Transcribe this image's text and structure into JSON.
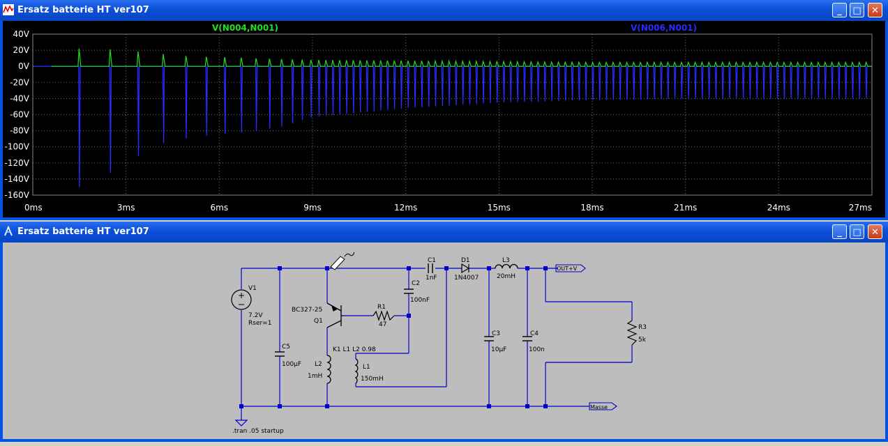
{
  "plot_window": {
    "title": "Ersatz batterie HT ver107",
    "buttons": {
      "minimize": "_",
      "maximize": "□",
      "close": "✕"
    },
    "traces": [
      {
        "name": "V(N004,N001)",
        "color": "#22e022"
      },
      {
        "name": "V(N006,N001)",
        "color": "#2b2bff"
      }
    ],
    "y_ticks": [
      "40V",
      "20V",
      "0V",
      "-20V",
      "-40V",
      "-60V",
      "-80V",
      "-100V",
      "-120V",
      "-140V",
      "-160V"
    ],
    "x_ticks": [
      "0ms",
      "3ms",
      "6ms",
      "9ms",
      "12ms",
      "15ms",
      "18ms",
      "21ms",
      "24ms",
      "27ms"
    ]
  },
  "chart_data": {
    "type": "line",
    "title": "",
    "xlabel": "",
    "ylabel": "",
    "xlim": [
      0,
      27
    ],
    "ylim": [
      -160,
      40
    ],
    "x_unit": "ms",
    "y_unit": "V",
    "grid": true,
    "legend": "top",
    "series": [
      {
        "name": "V(N004,N001)",
        "peaks": [
          [
            1.5,
            22
          ],
          [
            2.5,
            21
          ],
          [
            3.3,
            19
          ],
          [
            4.0,
            16
          ],
          [
            4.9,
            13
          ],
          [
            5.6,
            12
          ],
          [
            6.5,
            11
          ],
          [
            7.2,
            10
          ],
          [
            8.0,
            9
          ],
          [
            9.0,
            8
          ],
          [
            12.0,
            7
          ],
          [
            15.0,
            6
          ],
          [
            18.0,
            5
          ],
          [
            21.0,
            5
          ],
          [
            24.0,
            5
          ],
          [
            27.0,
            5
          ]
        ],
        "baseline": 0
      },
      {
        "name": "V(N006,N001)",
        "troughs": [
          [
            1.5,
            -150
          ],
          [
            2.5,
            -132
          ],
          [
            3.3,
            -114
          ],
          [
            4.0,
            -97
          ],
          [
            4.9,
            -90
          ],
          [
            5.6,
            -86
          ],
          [
            6.5,
            -83
          ],
          [
            7.2,
            -80
          ],
          [
            8.0,
            -75
          ],
          [
            9.0,
            -63
          ],
          [
            12.0,
            -52
          ],
          [
            15.0,
            -45
          ],
          [
            18.0,
            -42
          ],
          [
            21.0,
            -40
          ],
          [
            24.0,
            -40
          ],
          [
            27.0,
            -40
          ]
        ],
        "baseline": 0
      }
    ]
  },
  "schematic_window": {
    "title": "Ersatz batterie HT ver107",
    "buttons": {
      "minimize": "_",
      "maximize": "□",
      "close": "✕"
    },
    "labels": {
      "v1": "V1",
      "v1_val": "7.2V",
      "v1_rser": "Rser=1",
      "c5": "C5",
      "c5_val": "100µF",
      "q_model": "BC327-25",
      "q1": "Q1",
      "r1": "R1",
      "r1_val": "47",
      "c2": "C2",
      "c2_val": "100nF",
      "c1": "C1",
      "c1_val": "1nF",
      "d1": "D1",
      "d1_val": "1N4007",
      "l3": "L3",
      "l3_val": "20mH",
      "coupling": "K1 L1 L2  0.98",
      "l2": "L2",
      "l2_val": "1mH",
      "l1": "L1",
      "l1_val": "150mH",
      "c3": "C3",
      "c3_val": "10µF",
      "c4": "C4",
      "c4_val": "100n",
      "r3": "R3",
      "r3_val": "5k",
      "out": "OUT+V",
      "gnd": "Masse",
      "directive": ".tran .05 startup"
    }
  }
}
